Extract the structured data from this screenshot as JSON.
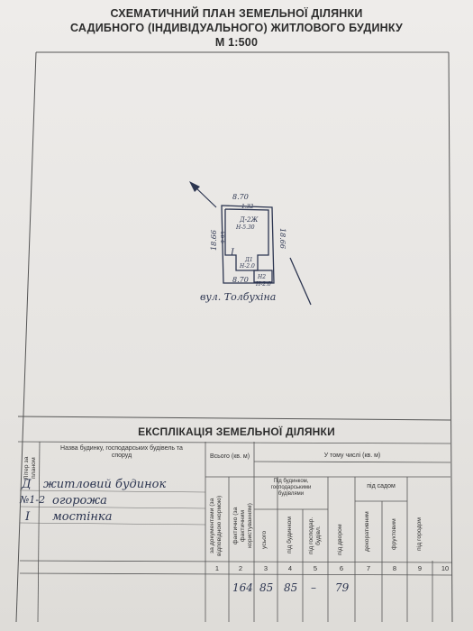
{
  "header": {
    "line1": "СХЕМАТИЧНИЙ ПЛАН ЗЕМЕЛЬНОЇ ДІЛЯНКИ",
    "line2": "САДИБНОГО (ІНДИВІДУАЛЬНОГО) ЖИТЛОВОГО БУДИНКУ",
    "scale": "М 1:500"
  },
  "plan": {
    "top_dim": "8.70",
    "bottom_dim": "8.70",
    "left_dim": "18.66",
    "right_dim": "18.66",
    "inner_top": "1.32",
    "building_label": "Д-2Ж",
    "building_height": "Н-5.30",
    "left_inner": "9.93",
    "lot_number": "I",
    "annex1_label": "Д1",
    "annex1_height": "Н-2.0",
    "annex2_label": "Н2",
    "annex2_height": "Н-2.0",
    "street": "вул. Толбухіна"
  },
  "explication": {
    "title": "ЕКСПЛІКАЦІЯ ЗЕМЕЛЬНОЇ ДІЛЯНКИ",
    "col_liter": "Літер за планом",
    "col_name": "Назва будинку, господарських будівель та споруд",
    "col_total": "Всього (кв. м)",
    "col_incl": "У тому числі (кв. м)",
    "sub_docs": "за документами (за відповідною нормою)",
    "sub_actual": "фактично (за фактичним користуванням)",
    "sub_under_buildings": "Під будинком, господарськими будівлями",
    "sub_total": "усього",
    "sub_house": "під будинком",
    "sub_outbuildings": "під господар. будівл.",
    "sub_yard": "під двором",
    "sub_garden": "під садом",
    "sub_decor": "декоративним",
    "sub_fruit": "фруктовим",
    "sub_veg": "під городом",
    "col_numbers": [
      "1",
      "2",
      "3",
      "4",
      "5",
      "6",
      "7",
      "8",
      "9",
      "10"
    ],
    "rows": [
      {
        "liter": "Д",
        "name": "житловий будинок"
      },
      {
        "liter": "№1-2",
        "name": "огорожа"
      },
      {
        "liter": "I",
        "name": "мостінка"
      }
    ],
    "values": {
      "actual": "164",
      "total": "85",
      "house": "85",
      "outbuildings": "–",
      "yard": "79"
    }
  }
}
